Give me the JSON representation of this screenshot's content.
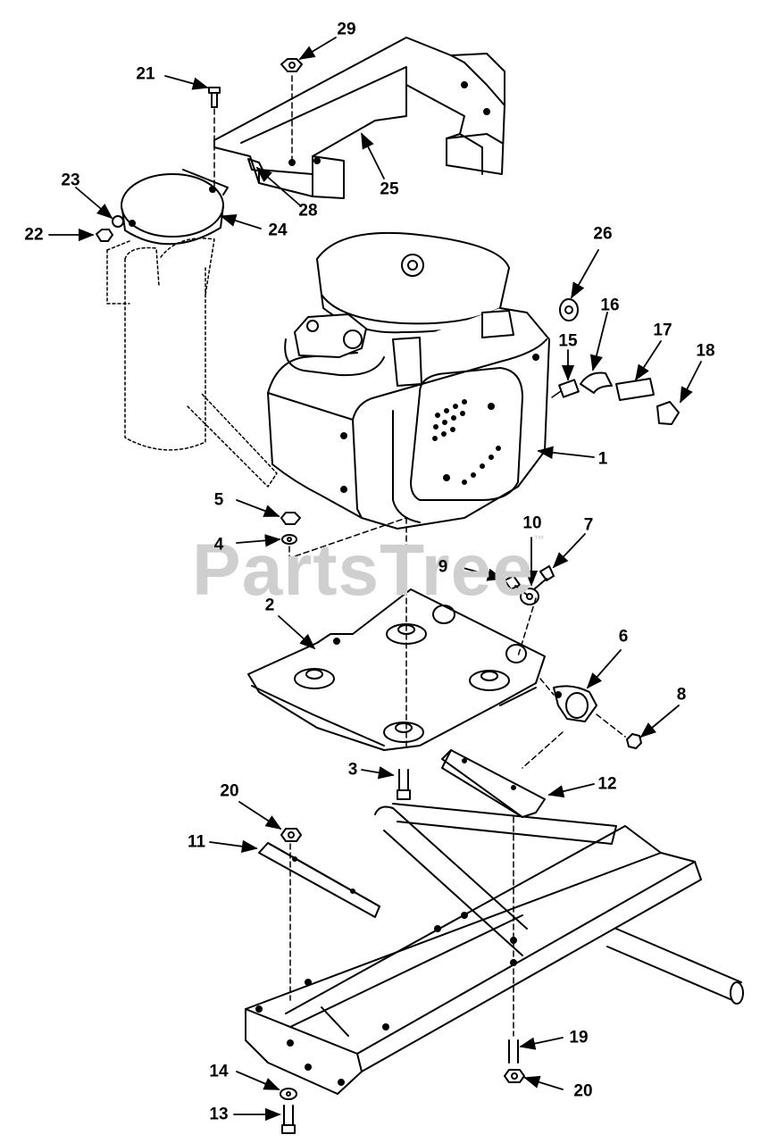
{
  "watermark": {
    "text": "PartsTree",
    "tm": "™"
  },
  "callouts": [
    {
      "key": "c1",
      "label": "1"
    },
    {
      "key": "c2",
      "label": "2"
    },
    {
      "key": "c3",
      "label": "3"
    },
    {
      "key": "c4",
      "label": "4"
    },
    {
      "key": "c5",
      "label": "5"
    },
    {
      "key": "c6",
      "label": "6"
    },
    {
      "key": "c7",
      "label": "7"
    },
    {
      "key": "c8",
      "label": "8"
    },
    {
      "key": "c9",
      "label": "9"
    },
    {
      "key": "c10",
      "label": "10"
    },
    {
      "key": "c11",
      "label": "11"
    },
    {
      "key": "c12",
      "label": "12"
    },
    {
      "key": "c13",
      "label": "13"
    },
    {
      "key": "c14",
      "label": "14"
    },
    {
      "key": "c15",
      "label": "15"
    },
    {
      "key": "c16",
      "label": "16"
    },
    {
      "key": "c17",
      "label": "17"
    },
    {
      "key": "c18",
      "label": "18"
    },
    {
      "key": "c19",
      "label": "19"
    },
    {
      "key": "c20a",
      "label": "20"
    },
    {
      "key": "c20b",
      "label": "20"
    },
    {
      "key": "c21",
      "label": "21"
    },
    {
      "key": "c22",
      "label": "22"
    },
    {
      "key": "c23",
      "label": "23"
    },
    {
      "key": "c24",
      "label": "24"
    },
    {
      "key": "c25",
      "label": "25"
    },
    {
      "key": "c26",
      "label": "26"
    },
    {
      "key": "c28",
      "label": "28"
    },
    {
      "key": "c29",
      "label": "29"
    }
  ]
}
